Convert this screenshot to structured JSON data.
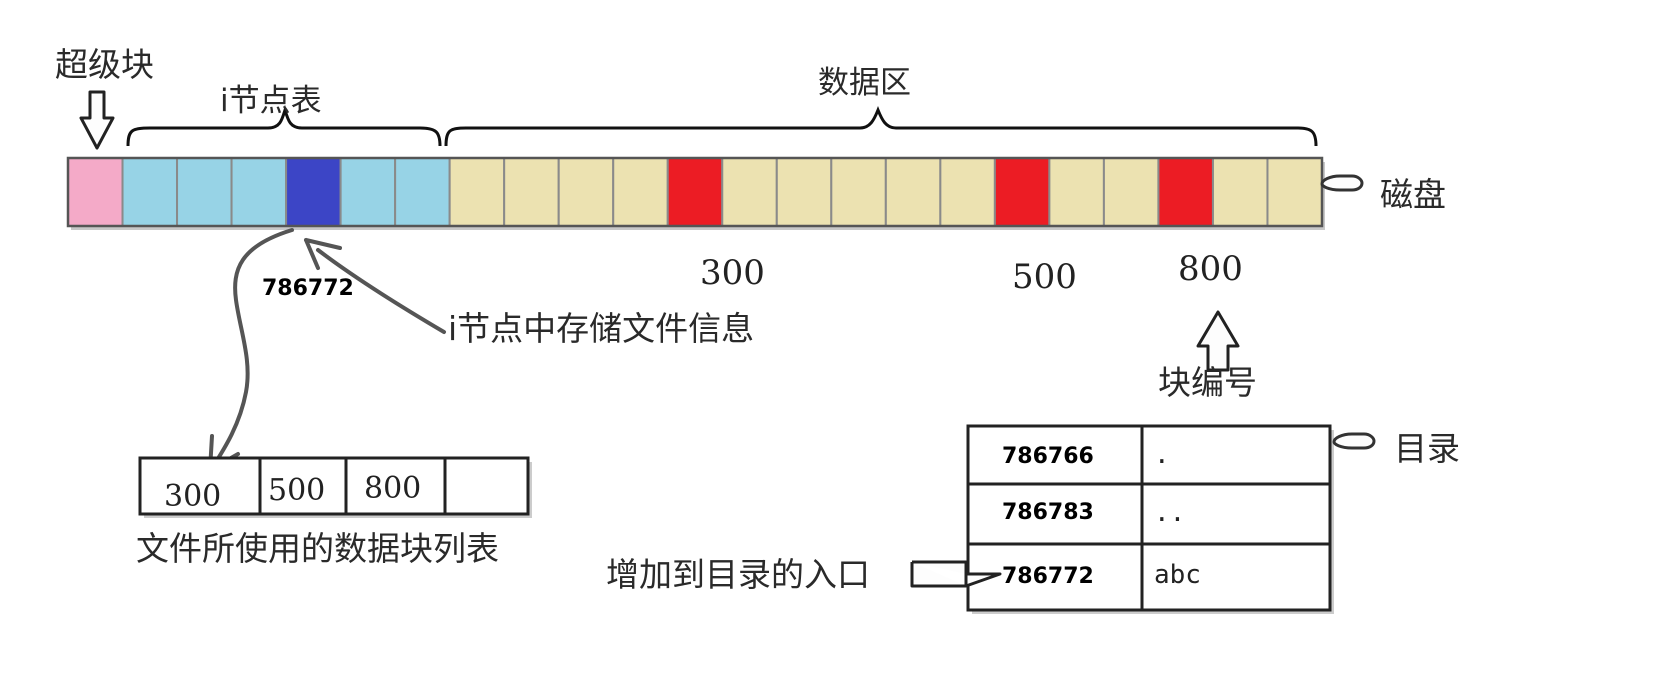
{
  "labels": {
    "superblock": "超级块",
    "inode_table": "i节点表",
    "data_area": "数据区",
    "disk": "磁盘",
    "inode_info": "i节点中存储文件信息",
    "block_number": "块编号",
    "directory": "目录",
    "block_list": "文件所使用的数据块列表",
    "add_entry": "增加到目录的入口"
  },
  "inode_number": "786772",
  "block_labels": [
    "300",
    "500",
    "800"
  ],
  "block_list_values": [
    "300",
    "500",
    "800"
  ],
  "directory_entries": [
    {
      "inode": "786766",
      "name": "."
    },
    {
      "inode": "786783",
      "name": ".."
    },
    {
      "inode": "786772",
      "name": "abc"
    }
  ],
  "disk_cells": [
    "superblock",
    "inode",
    "inode",
    "inode",
    "inode-used",
    "inode",
    "inode",
    "data",
    "data",
    "data",
    "data",
    "data-used",
    "data",
    "data",
    "data",
    "data",
    "data",
    "data-used",
    "data",
    "data",
    "data-used",
    "data",
    "data"
  ],
  "colors": {
    "superblock": "#f4aac8",
    "inode": "#97d3e6",
    "inode-used": "#3c45c6",
    "data": "#ece2b1",
    "data-used": "#ec1c24"
  }
}
